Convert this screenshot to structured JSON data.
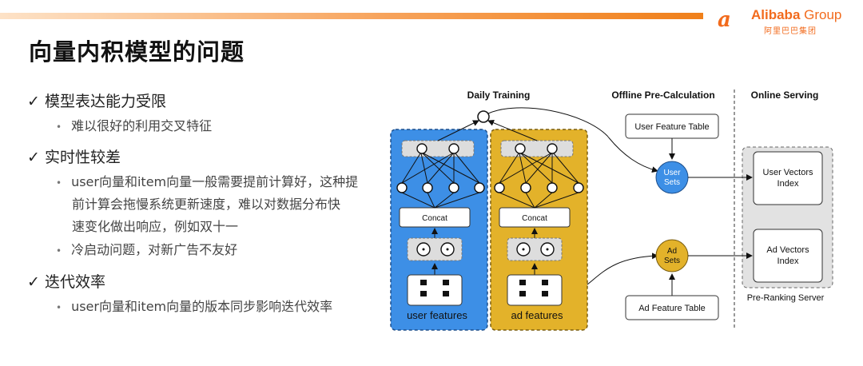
{
  "header": {
    "title": "向量内积模型的问题",
    "logo": {
      "mark": "a",
      "brand": "Alibaba",
      "group": "Group",
      "chinese": "阿里巴巴集团"
    }
  },
  "bullets": [
    {
      "label": "✓ 模型表达能力受限",
      "subs": [
        "难以很好的利用交叉特征"
      ]
    },
    {
      "label": "✓ 实时性较差",
      "subs": [
        "user向量和item向量一般需要提前计算好，这种提",
        "前计算会拖慢系统更新速度，难以对数据分布快",
        "速变化做出响应，例如双十一",
        "冷启动问题，对新广告不友好"
      ]
    },
    {
      "label": "✓ 迭代效率",
      "subs": [
        "user向量和item向量的版本同步影响迭代效率"
      ]
    }
  ],
  "diagram": {
    "sections": {
      "daily": "Daily Training",
      "offline": "Offline Pre-Calculation",
      "online": "Online Serving"
    },
    "user_tower": {
      "features": "user features",
      "concat": "Concat"
    },
    "ad_tower": {
      "features": "ad features",
      "concat": "Concat"
    },
    "user_feature_table": "User Feature Table",
    "ad_feature_table": "Ad Feature Table",
    "user_sets": [
      "User",
      "Sets"
    ],
    "ad_sets": [
      "Ad",
      "Sets"
    ],
    "user_vectors_index": [
      "User Vectors",
      "Index"
    ],
    "ad_vectors_index": [
      "Ad Vectors",
      "Index"
    ],
    "server_label": "Pre-Ranking Server",
    "colors": {
      "user_tower": "#3d8fe6",
      "ad_tower": "#e3b22a",
      "sets_blue": "#3d8fe6",
      "sets_gold": "#e3b22a",
      "server_bg": "#e2e2e2"
    }
  }
}
